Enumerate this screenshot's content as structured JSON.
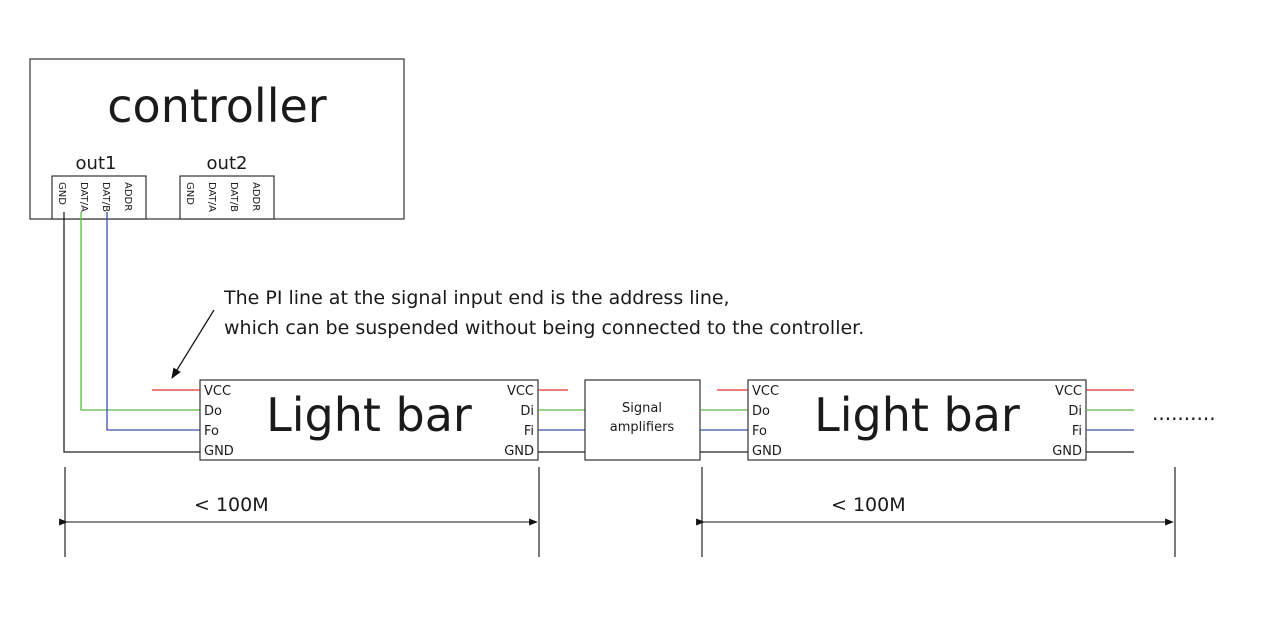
{
  "controller": {
    "title": "controller",
    "ports": [
      {
        "label": "out1",
        "pins": [
          "GND",
          "DAT/A",
          "DAT/B",
          "ADDR"
        ]
      },
      {
        "label": "out2",
        "pins": [
          "GND",
          "DAT/A",
          "DAT/B",
          "ADDR"
        ]
      }
    ]
  },
  "annotation": {
    "line1": "The PI line at the signal input end is the address line,",
    "line2": "which can be suspended without being connected to the controller."
  },
  "light_bars": [
    {
      "title": "Light bar",
      "left_pins": [
        "VCC",
        "Do",
        "Fo",
        "GND"
      ],
      "right_pins": [
        "VCC",
        "Di",
        "Fi",
        "GND"
      ]
    },
    {
      "title": "Light bar",
      "left_pins": [
        "VCC",
        "Do",
        "Fo",
        "GND"
      ],
      "right_pins": [
        "VCC",
        "Di",
        "Fi",
        "GND"
      ]
    }
  ],
  "amplifier": {
    "line1": "Signal",
    "line2": "amplifiers"
  },
  "continuation": "..........",
  "distances": [
    "< 100M",
    "< 100M"
  ],
  "colors": {
    "vcc": "#e0322d",
    "data_a": "#5cb845",
    "data_b": "#3c4fa8",
    "gnd": "#222222"
  }
}
